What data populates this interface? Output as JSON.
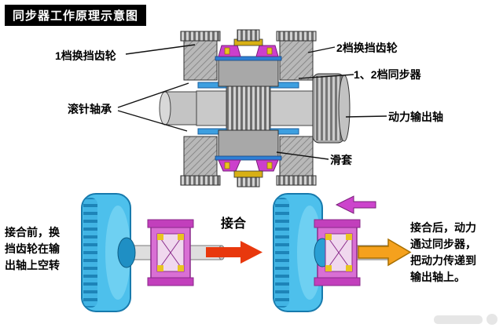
{
  "title": "同步器工作原理示意图",
  "main_labels": {
    "gear1": "1档换挡齿轮",
    "gear2": "2档换挡齿轮",
    "synchronizer": "1、2档同步器",
    "needle_bearing": "滚针轴承",
    "output_shaft": "动力输出轴",
    "sliding_sleeve": "滑套"
  },
  "bottom": {
    "before_text": "接合前，换挡齿轮在输出轴上空转",
    "engage_label": "接合",
    "after_text": "接合后，动力通过同步器，把动力传递到输出轴上。"
  },
  "colors": {
    "title_bg": "#000000",
    "title_text": "#ffffff",
    "engage_arrow": "#e8380d",
    "sleeve_move_arrow": "#cc44cc",
    "power_arrow": "#f5a11d",
    "gear_blue": "#4dc0ec",
    "synchro_magenta": "#d96fd4",
    "bearing_blue": "#3d9fe0",
    "metal_gray": "#b5b5b5"
  }
}
